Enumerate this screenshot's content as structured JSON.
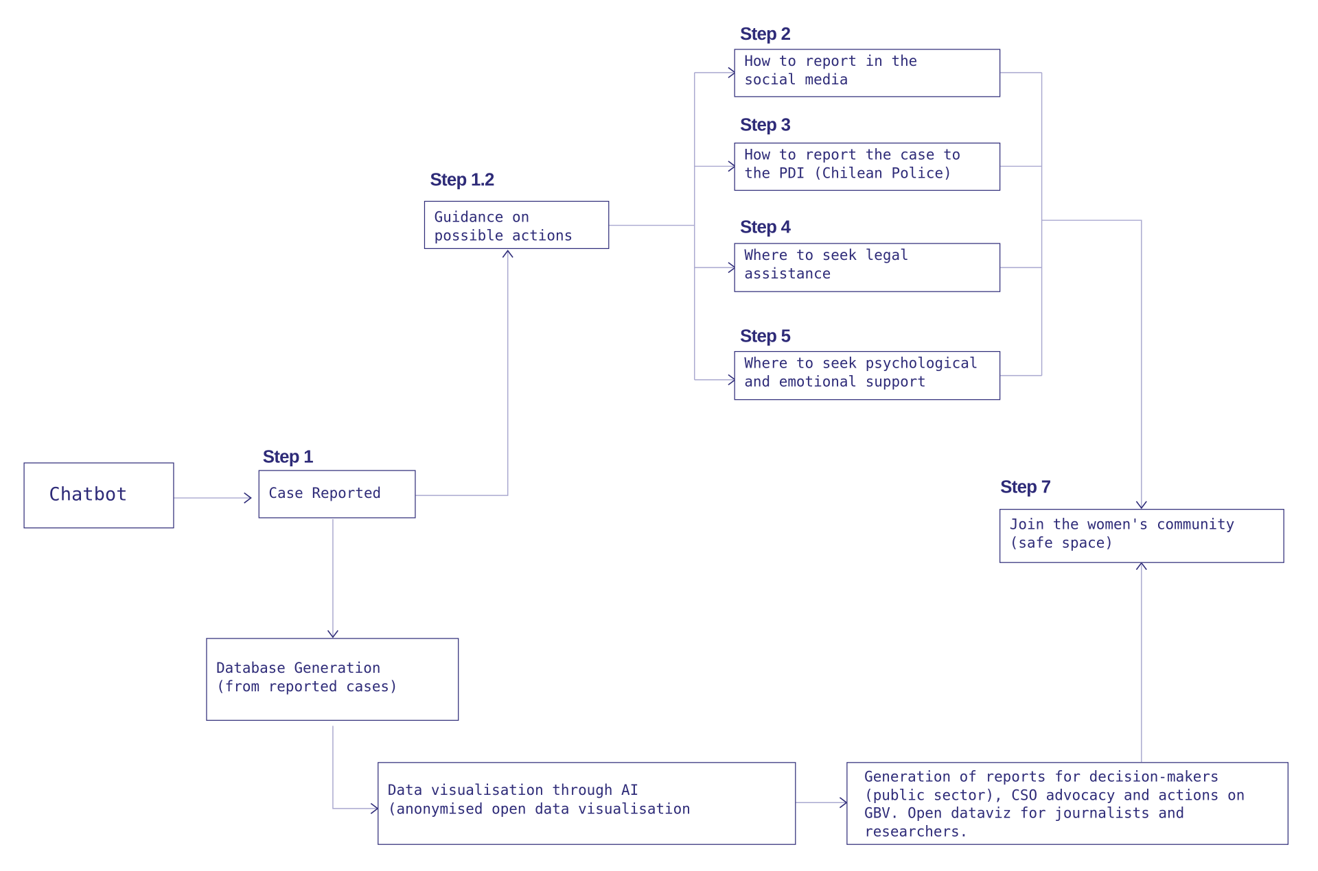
{
  "colors": {
    "primary": "#2e2b78",
    "connector": "#a9a8cf",
    "background": "#ffffff"
  },
  "nodes": {
    "chatbot": {
      "text": "Chatbot"
    },
    "step1": {
      "label": "Step 1",
      "text": "Case Reported"
    },
    "step1_2": {
      "label": "Step 1.2",
      "text": "Guidance on\npossible actions"
    },
    "step2": {
      "label": "Step 2",
      "text": "How to report in the\nsocial media"
    },
    "step3": {
      "label": "Step 3",
      "text": "How to report the case to\nthe PDI (Chilean Police)"
    },
    "step4": {
      "label": "Step 4",
      "text": "Where to seek legal\nassistance"
    },
    "step5": {
      "label": "Step 5",
      "text": "Where to seek psychological\nand emotional support"
    },
    "step7": {
      "label": "Step 7",
      "text": "Join the women's community\n(safe space)"
    },
    "database": {
      "text": "Database Generation\n(from reported cases)"
    },
    "dataviz": {
      "text": "Data visualisation through AI\n(anonymised open data visualisation"
    },
    "reports": {
      "text": "Generation of reports for decision-makers\n(public sector), CSO advocacy and actions on\nGBV. Open dataviz for journalists and\nresearchers."
    }
  },
  "edges": [
    {
      "from": "chatbot",
      "to": "step1"
    },
    {
      "from": "step1",
      "to": "step1_2"
    },
    {
      "from": "step1_2",
      "to": "step2"
    },
    {
      "from": "step1_2",
      "to": "step3"
    },
    {
      "from": "step1_2",
      "to": "step4"
    },
    {
      "from": "step1_2",
      "to": "step5"
    },
    {
      "from": "step2",
      "to": "step7"
    },
    {
      "from": "step3",
      "to": "step7"
    },
    {
      "from": "step4",
      "to": "step7"
    },
    {
      "from": "step5",
      "to": "step7"
    },
    {
      "from": "step1",
      "to": "database"
    },
    {
      "from": "database",
      "to": "dataviz"
    },
    {
      "from": "dataviz",
      "to": "reports"
    },
    {
      "from": "reports",
      "to": "step7"
    }
  ]
}
